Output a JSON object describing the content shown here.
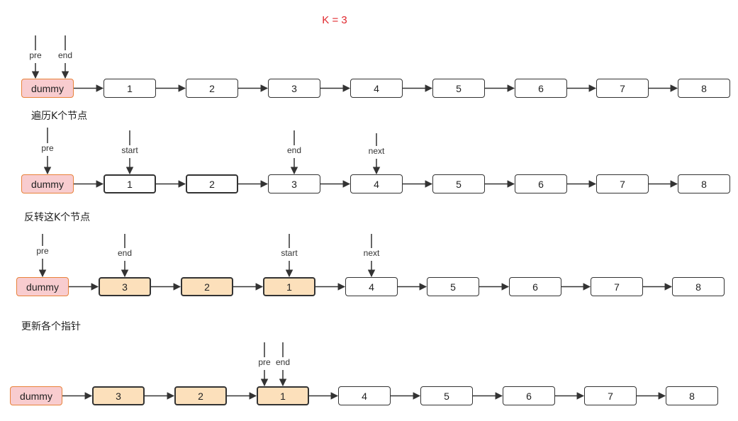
{
  "title": "K = 3",
  "colors": {
    "title": "#e0282e",
    "dummy_fill": "#f8cccf",
    "dummy_border": "#e8823a",
    "reversed_fill": "#fce0bb",
    "stroke": "#333333"
  },
  "rows": [
    {
      "caption": "",
      "nodes": [
        {
          "label": "dummy",
          "style": "dummy"
        },
        {
          "label": "1",
          "style": "normal"
        },
        {
          "label": "2",
          "style": "normal"
        },
        {
          "label": "3",
          "style": "normal"
        },
        {
          "label": "4",
          "style": "normal"
        },
        {
          "label": "5",
          "style": "normal"
        },
        {
          "label": "6",
          "style": "normal"
        },
        {
          "label": "7",
          "style": "normal"
        },
        {
          "label": "8",
          "style": "normal"
        }
      ],
      "pointers": [
        {
          "name": "pre",
          "node": 0
        },
        {
          "name": "end",
          "node": 0
        }
      ]
    },
    {
      "caption": "遍历K个节点",
      "nodes": [
        {
          "label": "dummy",
          "style": "dummy"
        },
        {
          "label": "1",
          "style": "thick"
        },
        {
          "label": "2",
          "style": "thick"
        },
        {
          "label": "3",
          "style": "normal"
        },
        {
          "label": "4",
          "style": "normal"
        },
        {
          "label": "5",
          "style": "normal"
        },
        {
          "label": "6",
          "style": "normal"
        },
        {
          "label": "7",
          "style": "normal"
        },
        {
          "label": "8",
          "style": "normal"
        }
      ],
      "pointers": [
        {
          "name": "pre",
          "node": 0
        },
        {
          "name": "start",
          "node": 1
        },
        {
          "name": "end",
          "node": 3
        },
        {
          "name": "next",
          "node": 4
        }
      ]
    },
    {
      "caption": "反转这K个节点",
      "nodes": [
        {
          "label": "dummy",
          "style": "dummy"
        },
        {
          "label": "3",
          "style": "rev"
        },
        {
          "label": "2",
          "style": "rev"
        },
        {
          "label": "1",
          "style": "rev"
        },
        {
          "label": "4",
          "style": "normal"
        },
        {
          "label": "5",
          "style": "normal"
        },
        {
          "label": "6",
          "style": "normal"
        },
        {
          "label": "7",
          "style": "normal"
        },
        {
          "label": "8",
          "style": "normal"
        }
      ],
      "pointers": [
        {
          "name": "pre",
          "node": 0
        },
        {
          "name": "end",
          "node": 1
        },
        {
          "name": "start",
          "node": 3
        },
        {
          "name": "next",
          "node": 4
        }
      ]
    },
    {
      "caption": "更新各个指针",
      "nodes": [
        {
          "label": "dummy",
          "style": "dummy"
        },
        {
          "label": "3",
          "style": "rev"
        },
        {
          "label": "2",
          "style": "rev"
        },
        {
          "label": "1",
          "style": "rev"
        },
        {
          "label": "4",
          "style": "normal"
        },
        {
          "label": "5",
          "style": "normal"
        },
        {
          "label": "6",
          "style": "normal"
        },
        {
          "label": "7",
          "style": "normal"
        },
        {
          "label": "8",
          "style": "normal"
        }
      ],
      "pointers": [
        {
          "name": "pre",
          "node": 3
        },
        {
          "name": "end",
          "node": 3
        }
      ]
    }
  ]
}
